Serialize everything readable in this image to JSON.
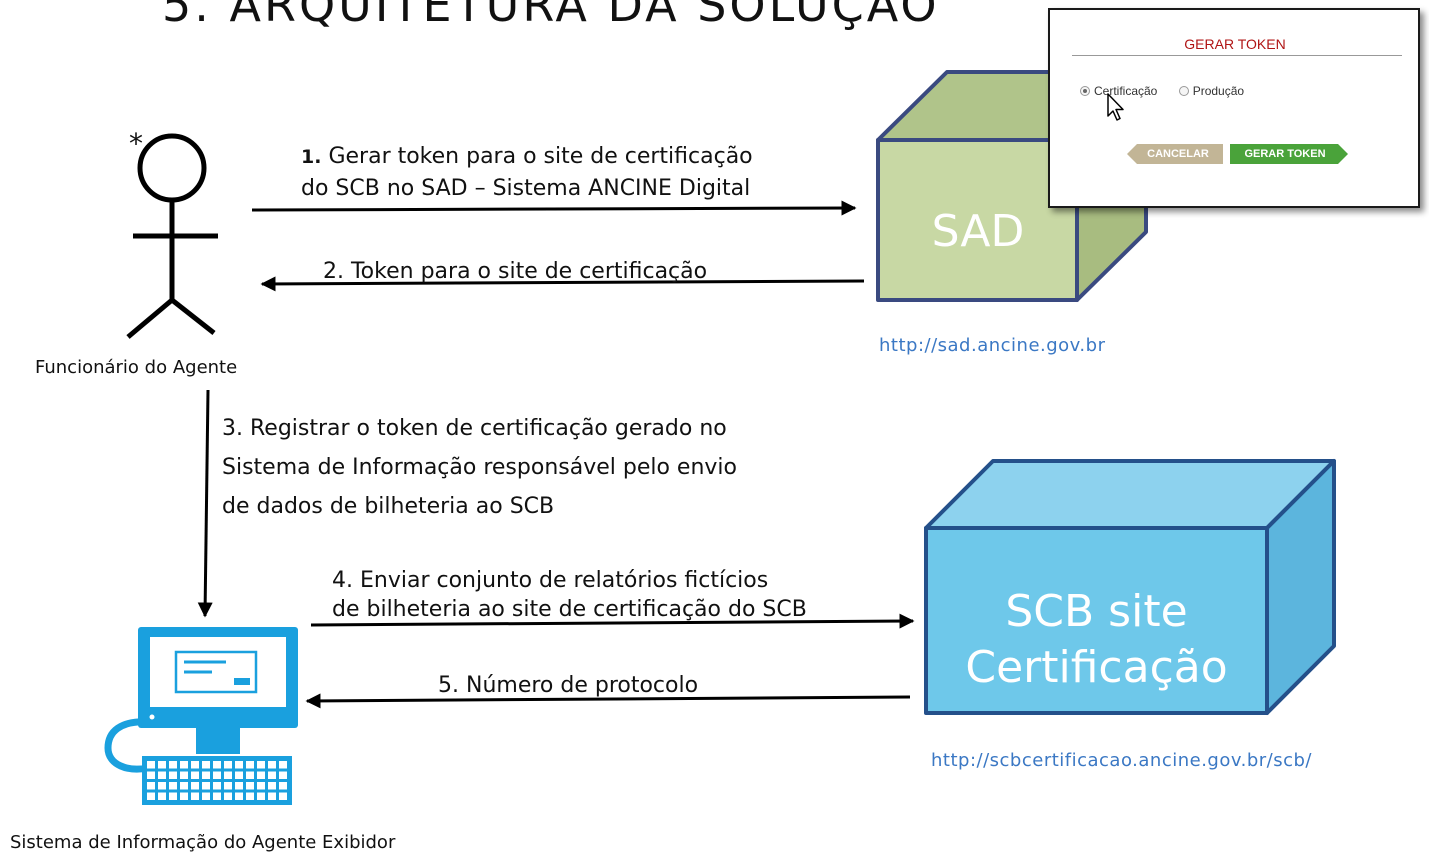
{
  "title": "5. ARQUITETURA DA SOLUÇÃO",
  "actors": {
    "person_label": "Funcionário do Agente",
    "person_marker": "*",
    "computer_label": "Sistema de Informação do Agente Exibidor"
  },
  "steps": {
    "s1_num": "1.",
    "s1_line1": "Gerar token para o site de certificação",
    "s1_line2": "do SCB no SAD – Sistema ANCINE Digital",
    "s2": "2. Token para o site de certificação",
    "s3_line1": "3. Registrar o token de certificação gerado no",
    "s3_line2": "Sistema de Informação responsável pelo envio",
    "s3_line3": "de dados de bilheteria ao SCB",
    "s4_line1": "4. Enviar conjunto de relatórios fictícios",
    "s4_line2": "de bilheteria ao site de certificação do SCB",
    "s5": "5. Número de protocolo"
  },
  "systems": {
    "sad": {
      "label": "SAD",
      "url": "http://sad.ancine.gov.br",
      "color": "#c8d8a4"
    },
    "scb": {
      "label_line1": "SCB site",
      "label_line2": "Certificação",
      "url": "http://scbcertificacao.ancine.gov.br/scb/",
      "color": "#6ec8ea"
    }
  },
  "dialog": {
    "title": "GERAR TOKEN",
    "options": [
      "Certificação",
      "Produção"
    ],
    "selected": "Certificação",
    "cancel_label": "CANCELAR",
    "submit_label": "GERAR TOKEN"
  },
  "icons": {
    "person": "stick-figure-icon",
    "computer": "desktop-computer-icon",
    "cursor": "mouse-pointer-icon"
  }
}
